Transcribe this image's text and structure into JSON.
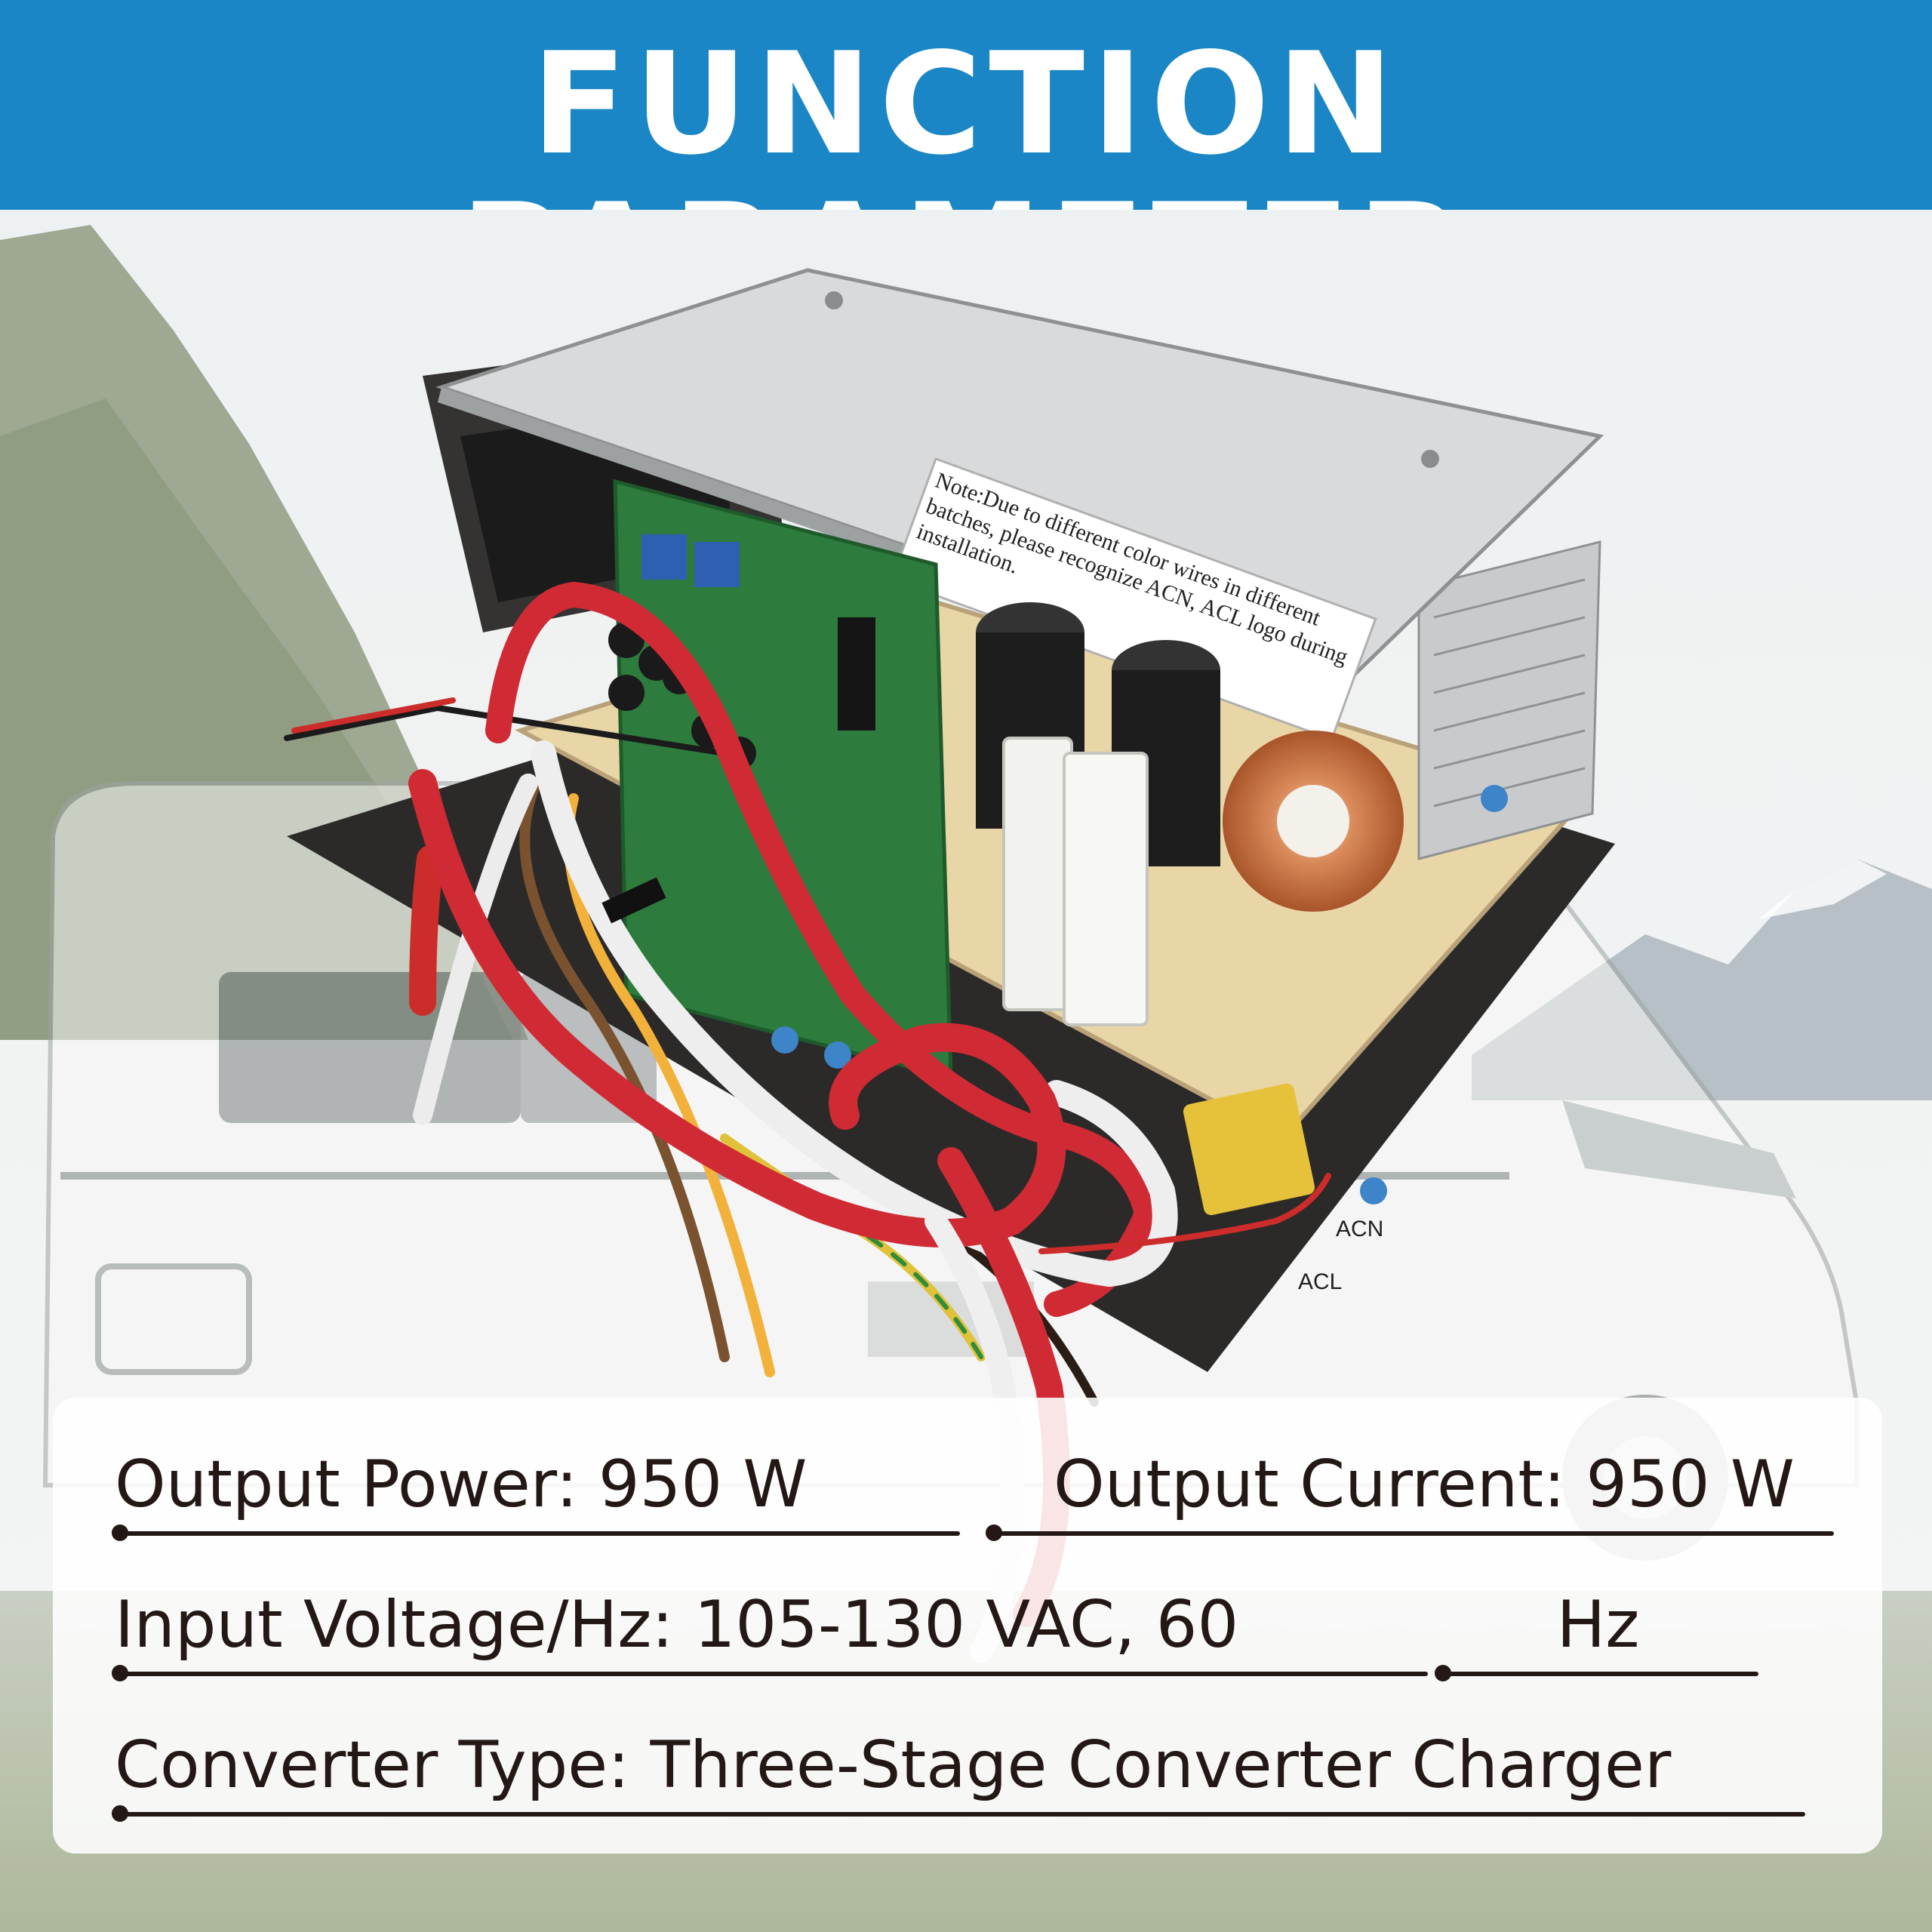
{
  "banner": {
    "title": "FUNCTION PARAMETER"
  },
  "product": {
    "label_note": "Note:Due to different color wires in different batches, please recognize ACN, ACL logo during installation.",
    "terminal_labels": [
      "ACN",
      "ACL"
    ]
  },
  "specs": {
    "output_power": "Output Power: 950 W",
    "output_current": "Output Current: 950 W",
    "input_voltage": "Input Voltage/Hz: 105-130 VAC, 60",
    "hz_unit": "Hz",
    "converter_type": "Converter Type: Three-Stage Converter Charger"
  },
  "colors": {
    "banner": "#1a86c6",
    "text": "#231815"
  }
}
